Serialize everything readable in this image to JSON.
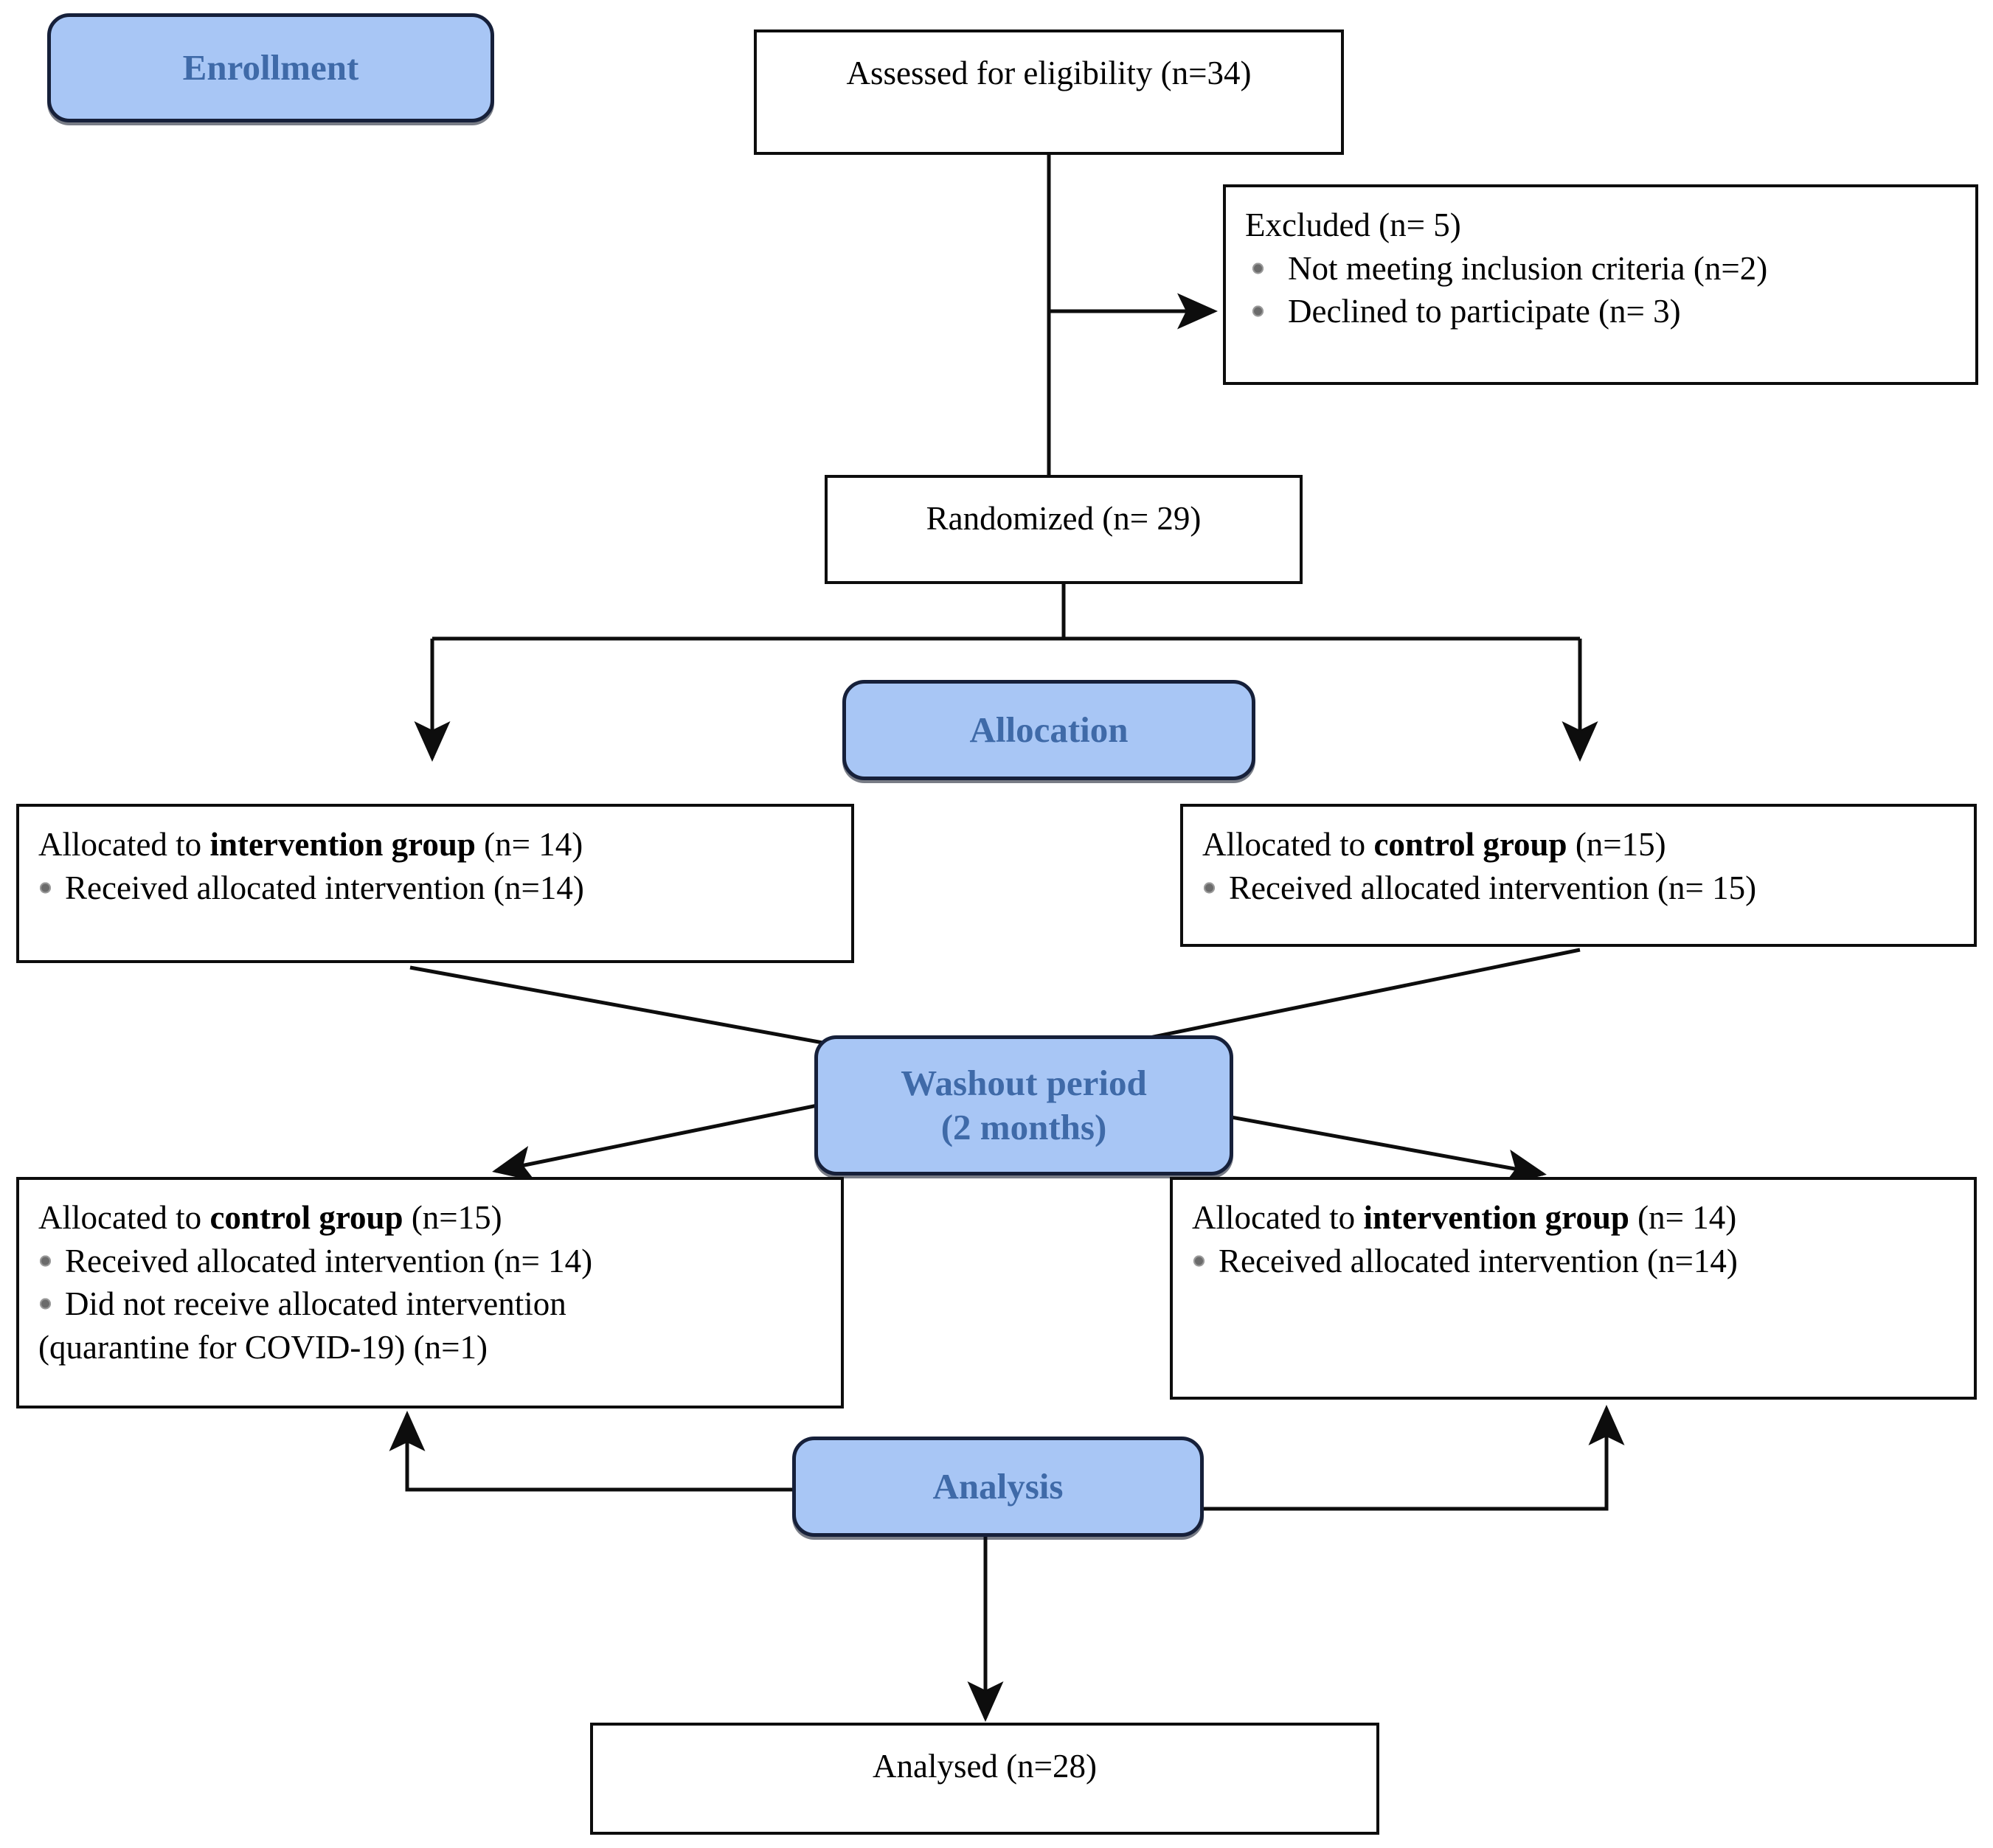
{
  "diagram": {
    "title": "CONSORT participant flow diagram",
    "colors": {
      "badge_fill": "#a8c6f5",
      "badge_border": "#16203a",
      "badge_text": "#3f6aa8",
      "box_border": "#0d0d0d",
      "box_fill": "#ffffff",
      "text": "#000000",
      "bullet": "#6b6b6b"
    }
  },
  "stages": {
    "enrollment": "Enrollment",
    "allocation": "Allocation",
    "washout_line1": "Washout period",
    "washout_line2": "(2 months)",
    "analysis": "Analysis"
  },
  "boxes": {
    "assessed": {
      "text": "Assessed for eligibility (n=34)"
    },
    "excluded": {
      "heading": "Excluded (n= 5)",
      "items": [
        "Not meeting inclusion criteria (n=2)",
        "Declined to participate (n= 3)"
      ]
    },
    "randomized": {
      "text": "Randomized (n= 29)"
    },
    "alloc_left": {
      "line1_pre": "Allocated to ",
      "line1_bold": "intervention group",
      "line1_post": " (n= 14)",
      "items": [
        "Received allocated intervention (n=14)"
      ]
    },
    "alloc_right": {
      "line1_pre": "Allocated to ",
      "line1_bold": "control group",
      "line1_post": " (n=15)",
      "items": [
        "Received allocated intervention (n= 15)"
      ]
    },
    "cross_left": {
      "line1_pre": "Allocated to ",
      "line1_bold": "control group",
      "line1_post": " (n=15)",
      "items": [
        "Received allocated intervention (n= 14)",
        "Did not receive allocated intervention"
      ],
      "continuation": "(quarantine for COVID-19) (n=1)"
    },
    "cross_right": {
      "line1_pre": "Allocated to ",
      "line1_bold": "intervention group",
      "line1_post": " (n= 14)",
      "items": [
        "Received allocated intervention (n=14)"
      ]
    },
    "analysed": {
      "text": "Analysed (n=28)"
    }
  },
  "chart_data": {
    "type": "diagram",
    "title": "CONSORT flow diagram of a randomized cross-over trial",
    "nodes": [
      {
        "id": "enrollment",
        "kind": "stage-badge",
        "label": "Enrollment"
      },
      {
        "id": "assessed",
        "kind": "box",
        "label": "Assessed for eligibility (n=34)",
        "n": 34
      },
      {
        "id": "excluded",
        "kind": "box",
        "label": "Excluded (n= 5)",
        "n": 5,
        "details": [
          {
            "label": "Not meeting inclusion criteria (n=2)",
            "n": 2
          },
          {
            "label": "Declined to participate (n= 3)",
            "n": 3
          }
        ]
      },
      {
        "id": "randomized",
        "kind": "box",
        "label": "Randomized (n= 29)",
        "n": 29
      },
      {
        "id": "allocation",
        "kind": "stage-badge",
        "label": "Allocation"
      },
      {
        "id": "alloc_left",
        "kind": "box",
        "label": "Allocated to intervention group (n= 14)",
        "n": 14,
        "details": [
          {
            "label": "Received allocated intervention (n=14)",
            "n": 14
          }
        ]
      },
      {
        "id": "alloc_right",
        "kind": "box",
        "label": "Allocated to control group (n=15)",
        "n": 15,
        "details": [
          {
            "label": "Received allocated intervention (n= 15)",
            "n": 15
          }
        ]
      },
      {
        "id": "washout",
        "kind": "stage-badge",
        "label": "Washout period (2 months)"
      },
      {
        "id": "cross_left",
        "kind": "box",
        "label": "Allocated to control group (n=15)",
        "n": 15,
        "details": [
          {
            "label": "Received allocated intervention (n= 14)",
            "n": 14
          },
          {
            "label": "Did not receive allocated intervention (quarantine for COVID-19) (n=1)",
            "n": 1
          }
        ]
      },
      {
        "id": "cross_right",
        "kind": "box",
        "label": "Allocated to intervention group (n= 14)",
        "n": 14,
        "details": [
          {
            "label": "Received allocated intervention (n=14)",
            "n": 14
          }
        ]
      },
      {
        "id": "analysis",
        "kind": "stage-badge",
        "label": "Analysis"
      },
      {
        "id": "analysed",
        "kind": "box",
        "label": "Analysed (n=28)",
        "n": 28
      }
    ],
    "edges": [
      {
        "from": "assessed",
        "to": "excluded"
      },
      {
        "from": "assessed",
        "to": "randomized"
      },
      {
        "from": "randomized",
        "to": "alloc_left"
      },
      {
        "from": "randomized",
        "to": "alloc_right"
      },
      {
        "from": "alloc_left",
        "to": "cross_right"
      },
      {
        "from": "alloc_right",
        "to": "cross_left"
      },
      {
        "from": "analysis",
        "to": "cross_left"
      },
      {
        "from": "analysis",
        "to": "cross_right"
      },
      {
        "from": "analysis",
        "to": "analysed"
      }
    ]
  }
}
